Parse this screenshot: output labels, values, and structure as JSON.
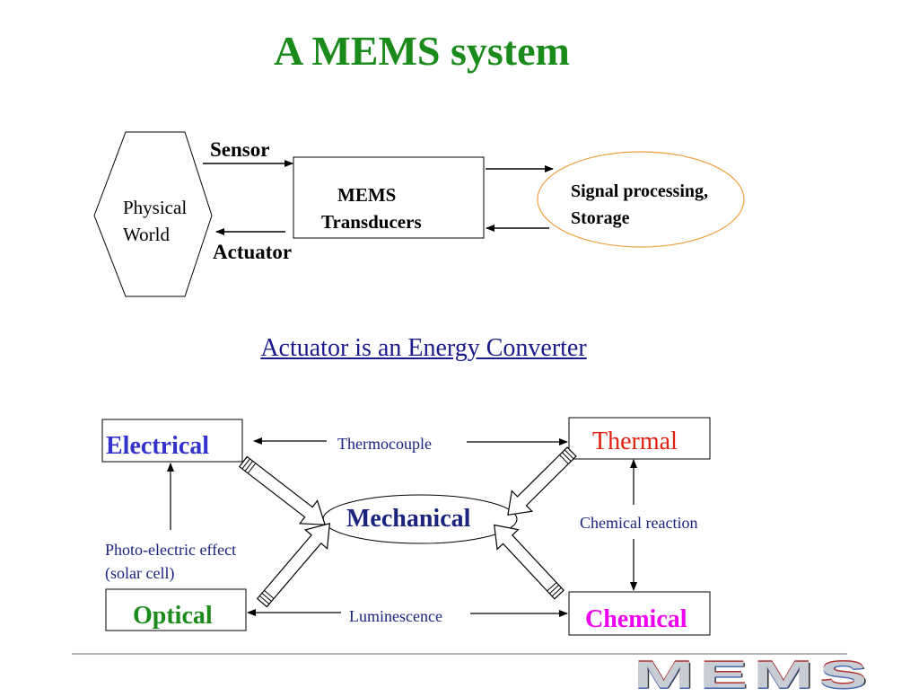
{
  "title": "A MEMS system",
  "top_diagram": {
    "physical_world": [
      "Physical",
      "World"
    ],
    "sensor_label": "Sensor",
    "actuator_label": "Actuator",
    "mems_box": [
      "MEMS",
      "Transducers"
    ],
    "signal_box": [
      "Signal processing,",
      "Storage"
    ]
  },
  "subtitle": "Actuator is an Energy Converter",
  "energy_diagram": {
    "electrical": "Electrical",
    "thermal": "Thermal",
    "mechanical": "Mechanical",
    "optical": "Optical",
    "chemical": "Chemical",
    "thermocouple": "Thermocouple",
    "chemical_reaction": "Chemical reaction",
    "photo_electric": [
      "Photo-electric effect",
      "(solar cell)"
    ],
    "luminescence": "Luminescence"
  },
  "logo": "MEMS",
  "colors": {
    "title": "#1a8a1a",
    "electrical": "#3333cc",
    "thermal": "#e02010",
    "mechanical": "#1a237e",
    "optical": "#1a8a1a",
    "chemical": "#ee00ee",
    "signal_oval": "#f0a040"
  }
}
